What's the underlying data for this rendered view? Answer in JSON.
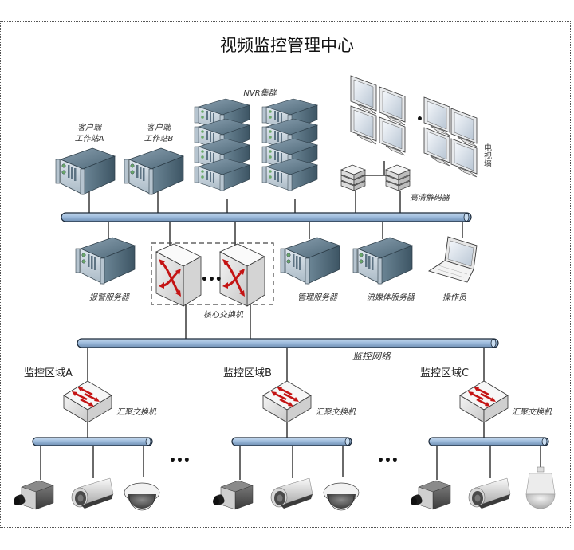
{
  "title": "视频监控管理中心",
  "center": {
    "workstations": [
      {
        "label_line1": "客户端",
        "label_line2": "工作站A"
      },
      {
        "label_line1": "客户端",
        "label_line2": "工作站B"
      }
    ],
    "nvr_cluster_label": "NVR集群",
    "tv_wall_label": "电视墙",
    "decoder_label": "高清解码器",
    "servers": [
      {
        "label": "报警服务器"
      },
      {
        "label": "管理服务器"
      },
      {
        "label": "流媒体服务器"
      }
    ],
    "operator_label": "操作员",
    "core_switch_label": "核心交换机",
    "ellipsis": "•••"
  },
  "network_label": "监控网络",
  "zones": [
    {
      "label": "监控区域A",
      "switch_label": "汇聚交换机",
      "cameras": [
        "box-camera",
        "bullet-camera",
        "dome-camera"
      ]
    },
    {
      "label": "监控区域B",
      "switch_label": "汇聚交换机",
      "cameras": [
        "box-camera",
        "bullet-camera",
        "dome-camera"
      ]
    },
    {
      "label": "监控区域C",
      "switch_label": "汇聚交换机",
      "cameras": [
        "box-camera",
        "bullet-camera",
        "ptz-camera"
      ]
    }
  ],
  "colors": {
    "pipe": "#9fbedf",
    "pipe_stroke": "#1c2a3a",
    "server_top": "#5f7a8c",
    "server_front": "#c9d5de",
    "switch_arrow": "#d01818"
  }
}
